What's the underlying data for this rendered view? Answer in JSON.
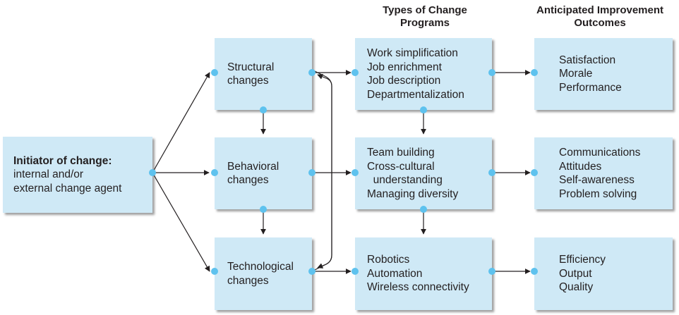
{
  "headers": {
    "types": "Types of Change\nPrograms",
    "outcomes": "Anticipated Improvement\nOutcomes"
  },
  "initiator": {
    "title": "Initiator of change:",
    "lines": [
      "internal and/or",
      "external change agent"
    ]
  },
  "change_types": [
    {
      "lines": [
        "Structural",
        "changes"
      ]
    },
    {
      "lines": [
        "Behavioral",
        "changes"
      ]
    },
    {
      "lines": [
        "Technological",
        "changes"
      ]
    }
  ],
  "programs": [
    {
      "lines": [
        "Work simplification",
        "Job enrichment",
        "Job description",
        "Departmentalization"
      ]
    },
    {
      "lines": [
        "Team building",
        "Cross-cultural",
        "  understanding",
        "Managing diversity"
      ]
    },
    {
      "lines": [
        "Robotics",
        "Automation",
        "Wireless connectivity"
      ]
    }
  ],
  "outcomes": [
    {
      "lines": [
        "Satisfaction",
        "Morale",
        "Performance"
      ]
    },
    {
      "lines": [
        "Communications",
        "Attitudes",
        "Self-awareness",
        "Problem solving"
      ]
    },
    {
      "lines": [
        "Efficiency",
        "Output",
        "Quality"
      ]
    }
  ],
  "colors": {
    "box_fill": "#cfe9f6",
    "connector_dot": "#5ec2ee",
    "arrow": "#231f20"
  }
}
